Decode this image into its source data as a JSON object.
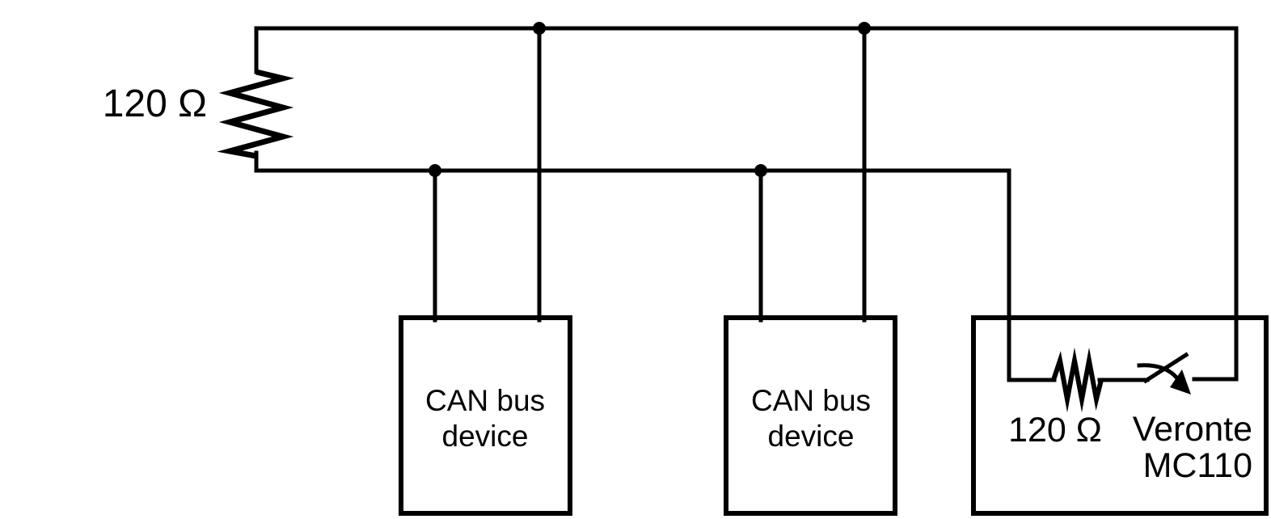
{
  "colors": {
    "background": "#ffffff",
    "stroke": "#000000",
    "text": "#000000"
  },
  "schematic": {
    "left_termination": {
      "label": "120 Ω"
    },
    "devices": [
      {
        "label_lines": [
          "CAN bus",
          "device"
        ]
      },
      {
        "label_lines": [
          "CAN bus",
          "device"
        ]
      }
    ],
    "veronte": {
      "internal_termination": {
        "resistor_label": "120 Ω"
      },
      "name_lines": [
        "Veronte",
        "MC110"
      ]
    }
  }
}
